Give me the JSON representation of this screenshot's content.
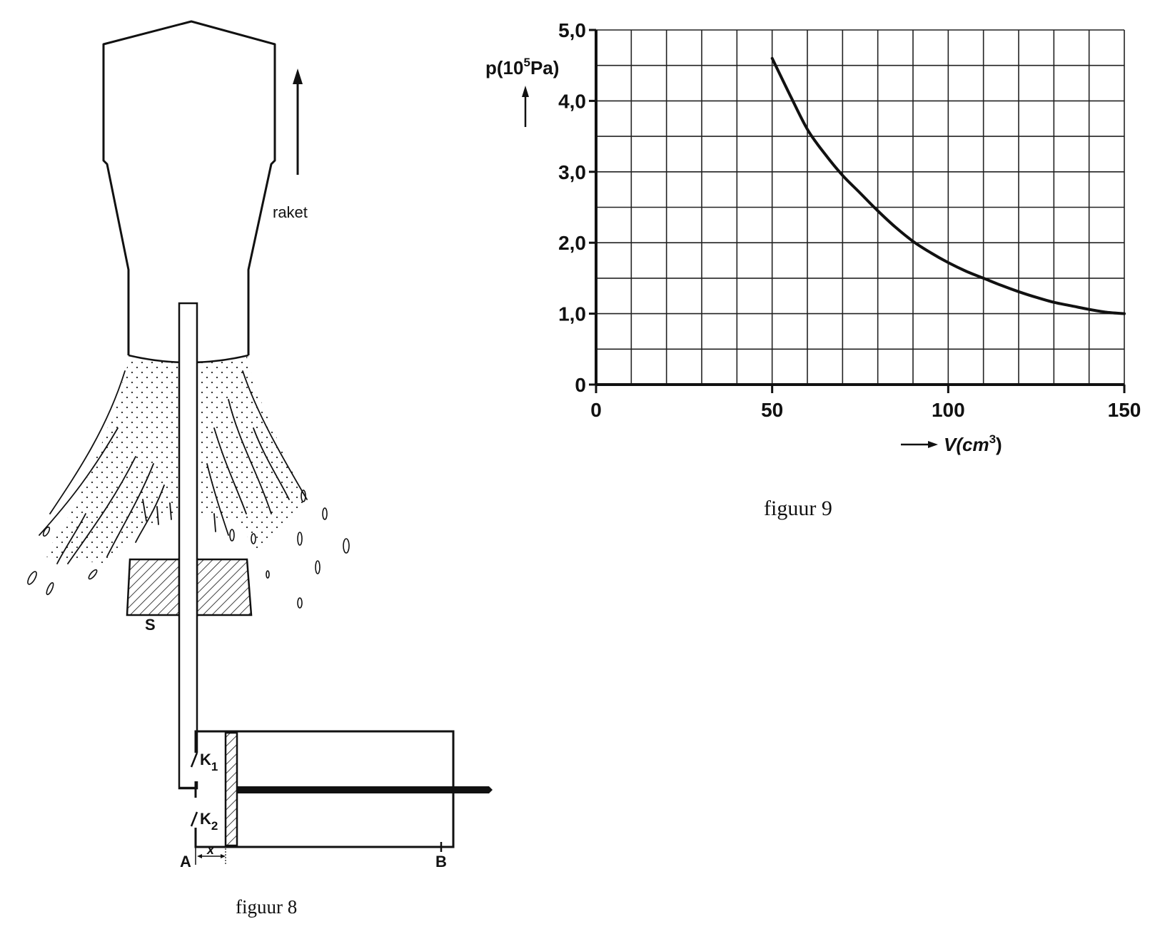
{
  "figure8": {
    "caption": "figuur 8",
    "rocket_label": "raket",
    "support_label": "S",
    "valve1_label": "K",
    "valve1_sub": "1",
    "valve2_label": "K",
    "valve2_sub": "2",
    "point_a_label": "A",
    "point_b_label": "B",
    "x_label": "x"
  },
  "figure9": {
    "caption": "figuur 9",
    "ylabel_main": "p(10",
    "ylabel_exp": "5",
    "ylabel_unit": "Pa)",
    "xlabel_main": "V(cm",
    "xlabel_exp": "3",
    "xlabel_close": ")"
  },
  "chart_data": {
    "type": "line",
    "xlim": [
      0,
      150
    ],
    "ylim": [
      0,
      5.0
    ],
    "x_ticks": [
      "0",
      "50",
      "100",
      "150"
    ],
    "y_ticks": [
      "0",
      "1,0",
      "2,0",
      "3,0",
      "4,0",
      "5,0"
    ],
    "grid": true,
    "series": [
      {
        "x": [
          50,
          55,
          60,
          65,
          70,
          75,
          80,
          85,
          90,
          95,
          100,
          105,
          110,
          115,
          120,
          125,
          130,
          135,
          140,
          145,
          150
        ],
        "y": [
          4.6,
          4.09,
          3.6,
          3.25,
          2.95,
          2.7,
          2.45,
          2.22,
          2.02,
          1.86,
          1.72,
          1.6,
          1.5,
          1.4,
          1.31,
          1.23,
          1.16,
          1.11,
          1.06,
          1.02,
          1.0
        ]
      }
    ]
  }
}
